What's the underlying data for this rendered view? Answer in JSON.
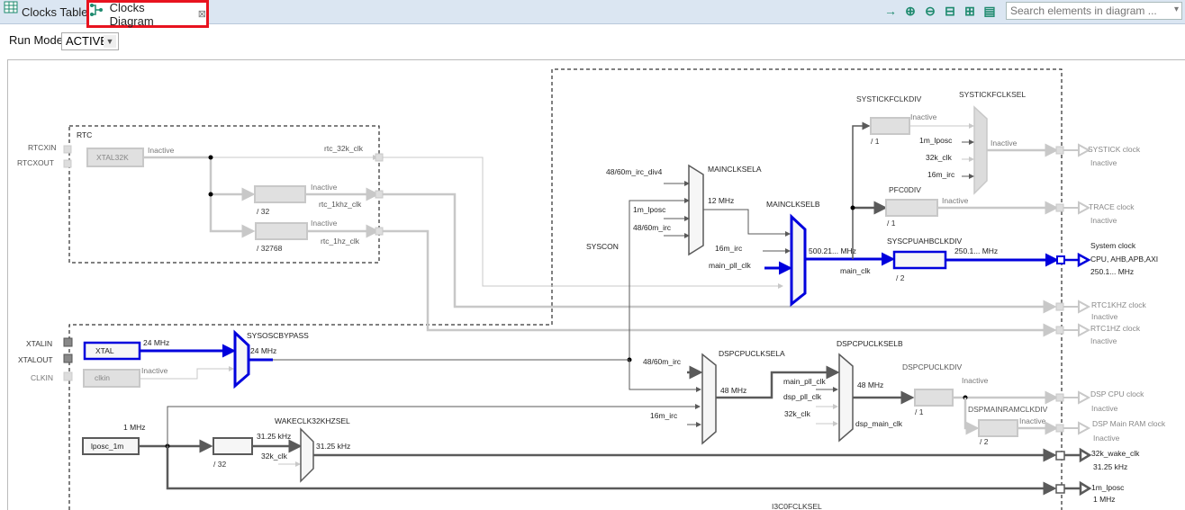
{
  "tabs": [
    {
      "label": "Clocks Table",
      "icon": "table-icon",
      "active": false
    },
    {
      "label": "Clocks Diagram",
      "icon": "diagram-icon",
      "active": true,
      "close": "⊠"
    }
  ],
  "toolbar": {
    "icons": [
      "arrow-right-icon",
      "zoom-in-icon",
      "zoom-out-icon",
      "fit-width-icon",
      "fit-height-icon",
      "comment-icon"
    ],
    "search_placeholder": "Search elements in diagram ..."
  },
  "run_mode": {
    "label": "Run Mode",
    "value": "ACTIVE"
  },
  "diagram": {
    "rtc": {
      "title": "RTC",
      "pins": [
        "RTCXIN",
        "RTCXOUT"
      ],
      "source": "XTAL32K",
      "source_status": "Inactive",
      "div32": "/ 32",
      "div32768": "/ 32768",
      "status1": "Inactive",
      "status2": "Inactive",
      "out1": "rtc_32k_clk",
      "out2": "rtc_1khz_clk",
      "out3": "rtc_1hz_clk"
    },
    "syscon": {
      "title": "SYSCON",
      "mainclksela": "MAINCLKSELA",
      "mainclksela_inputs": [
        "48/60m_irc_div4",
        "1m_lposc",
        "48/60m_irc"
      ],
      "mainclksela_out": "12 MHz",
      "mainclkselb": "MAINCLKSELB",
      "mainclkselb_inputs": [
        "16m_irc",
        "main_pll_clk"
      ],
      "mainclkselb_out": "500.21... MHz",
      "main_clk": "main_clk",
      "systickdiv": "SYSTICKFCLKDIV",
      "systickdiv_val": "/ 1",
      "systickdiv_status": "Inactive",
      "systicksel": "SYSTICKFCLKSEL",
      "systicksel_inputs": [
        "1m_lposc",
        "32k_clk",
        "16m_irc"
      ],
      "systicksel_status": "Inactive",
      "pfc0div": "PFC0DIV",
      "pfc0div_val": "/ 1",
      "pfc0div_status": "Inactive",
      "cpudiv": "SYSCPUAHBCLKDIV",
      "cpudiv_val": "/ 2",
      "cpudiv_out": "250.1... MHz"
    },
    "osc": {
      "pins": [
        "XTALIN",
        "XTALOUT",
        "CLKIN"
      ],
      "xtal": "XTAL",
      "xtal_freq": "24 MHz",
      "clkin": "clkin",
      "clkin_status": "Inactive",
      "bypass": "SYSOSCBYPASS",
      "bypass_out": "24 MHz",
      "lposc": "lposc_1m",
      "lposc_freq": "1 MHz",
      "wake_div": "/ 32",
      "wake_div_out": "31.25 kHz",
      "wakesel": "WAKECLK32KHZSEL",
      "wakesel_in2": "32k_clk",
      "wakesel_out": "31.25 kHz"
    },
    "dsp": {
      "sela": "DSPCPUCLKSELA",
      "sela_inputs": [
        "48/60m_irc",
        "16m_irc"
      ],
      "sela_out": "48 MHz",
      "selb": "DSPCPUCLKSELB",
      "selb_inputs": [
        "main_pll_clk",
        "dsp_pll_clk",
        "32k_clk"
      ],
      "selb_out": "48 MHz",
      "dsp_main_clk": "dsp_main_clk",
      "cpudiv": "DSPCPUCLKDIV",
      "cpudiv_val": "/ 1",
      "cpudiv_status": "Inactive",
      "ramdiv": "DSPMAINRAMCLKDIV",
      "ramdiv_val": "/ 2",
      "ramdiv_status": "Inactive"
    },
    "outputs": [
      {
        "name": "SYSTICK clock",
        "status": "Inactive"
      },
      {
        "name": "TRACE clock",
        "status": "Inactive"
      },
      {
        "name": "System clock",
        "sub": "CPU, AHB,APB,AXI",
        "status": "250.1... MHz"
      },
      {
        "name": "RTC1KHZ clock",
        "status": "Inactive"
      },
      {
        "name": "RTC1HZ clock",
        "status": "Inactive"
      },
      {
        "name": "DSP CPU clock",
        "status": "Inactive"
      },
      {
        "name": "DSP Main RAM clock",
        "status": "Inactive"
      },
      {
        "name": "32k_wake_clk",
        "status": "31.25 kHz"
      },
      {
        "name": "1m_lposc",
        "status": "1 MHz"
      }
    ],
    "i3c": "I3C0FCLKSEL"
  },
  "colors": {
    "active": "#0000dd",
    "inactive": "#c8c8c8",
    "wire": "#5a5a5a",
    "highlight": "#e8131f",
    "accent": "#1e8a6e"
  }
}
